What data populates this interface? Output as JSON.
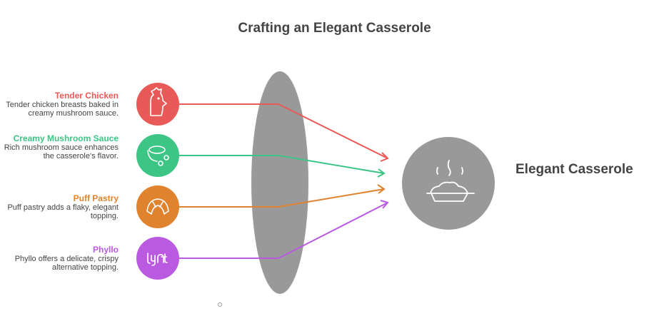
{
  "title": "Crafting an Elegant Casserole",
  "items": [
    {
      "label": "Tender Chicken",
      "desc": "Tender chicken breasts baked in creamy mushroom sauce.",
      "color": "#e85a57",
      "icon": "chicken-icon"
    },
    {
      "label": "Creamy Mushroom Sauce",
      "desc": "Rich mushroom sauce enhances the casserole's flavor.",
      "color": "#3cc585",
      "icon": "mushroom-sauce-icon"
    },
    {
      "label": "Puff Pastry",
      "desc": "Puff pastry adds a flaky, elegant topping.",
      "color": "#e0832f",
      "icon": "croissant-icon"
    },
    {
      "label": "Phyllo",
      "desc": "Phyllo offers a delicate, crispy alternative topping.",
      "color": "#b95ae0",
      "icon": "lyft-logo-icon"
    }
  ],
  "output": {
    "label": "Elegant Casserole",
    "color": "#999999",
    "icon": "casserole-icon"
  }
}
